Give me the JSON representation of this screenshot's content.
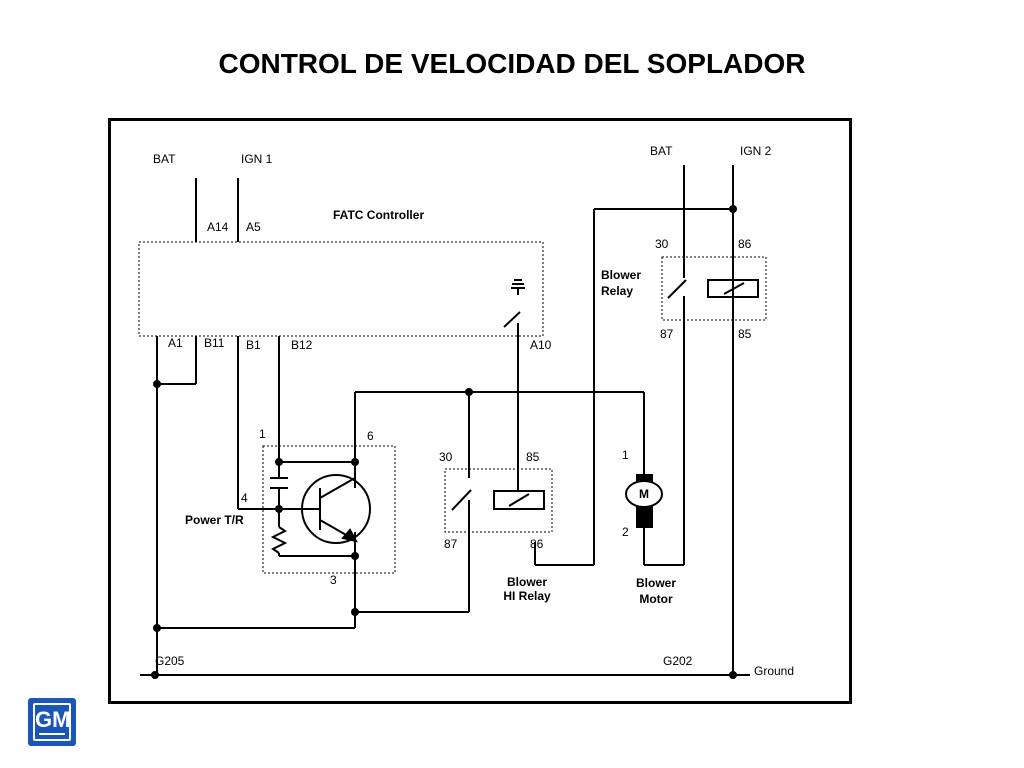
{
  "title": "CONTROL DE VELOCIDAD DEL SOPLADOR",
  "logo_text": "GM",
  "labels": {
    "bat_left": "BAT",
    "ign1": "IGN 1",
    "bat_right": "BAT",
    "ign2": "IGN 2",
    "fatc": "FATC Controller",
    "a14": "A14",
    "a5": "A5",
    "a1": "A1",
    "b11": "B11",
    "b1": "B1",
    "b12": "B12",
    "a10": "A10",
    "relay_30": "30",
    "relay_86": "86",
    "relay_87": "87",
    "relay_85": "85",
    "blower_relay_line1": "Blower",
    "blower_relay_line2": "Relay",
    "tr_pin1": "1",
    "tr_pin6": "6",
    "tr_pin4": "4",
    "tr_pin3": "3",
    "power_tr": "Power T/R",
    "hi_30": "30",
    "hi_85": "85",
    "hi_87": "87",
    "hi_86": "86",
    "hi_relay_line1": "Blower",
    "hi_relay_line2": "HI Relay",
    "motor_pin1": "1",
    "motor_pin2": "2",
    "motor_symbol": "M",
    "motor_line1": "Blower",
    "motor_line2": "Motor",
    "g205": "G205",
    "g202": "G202",
    "ground": "Ground"
  }
}
